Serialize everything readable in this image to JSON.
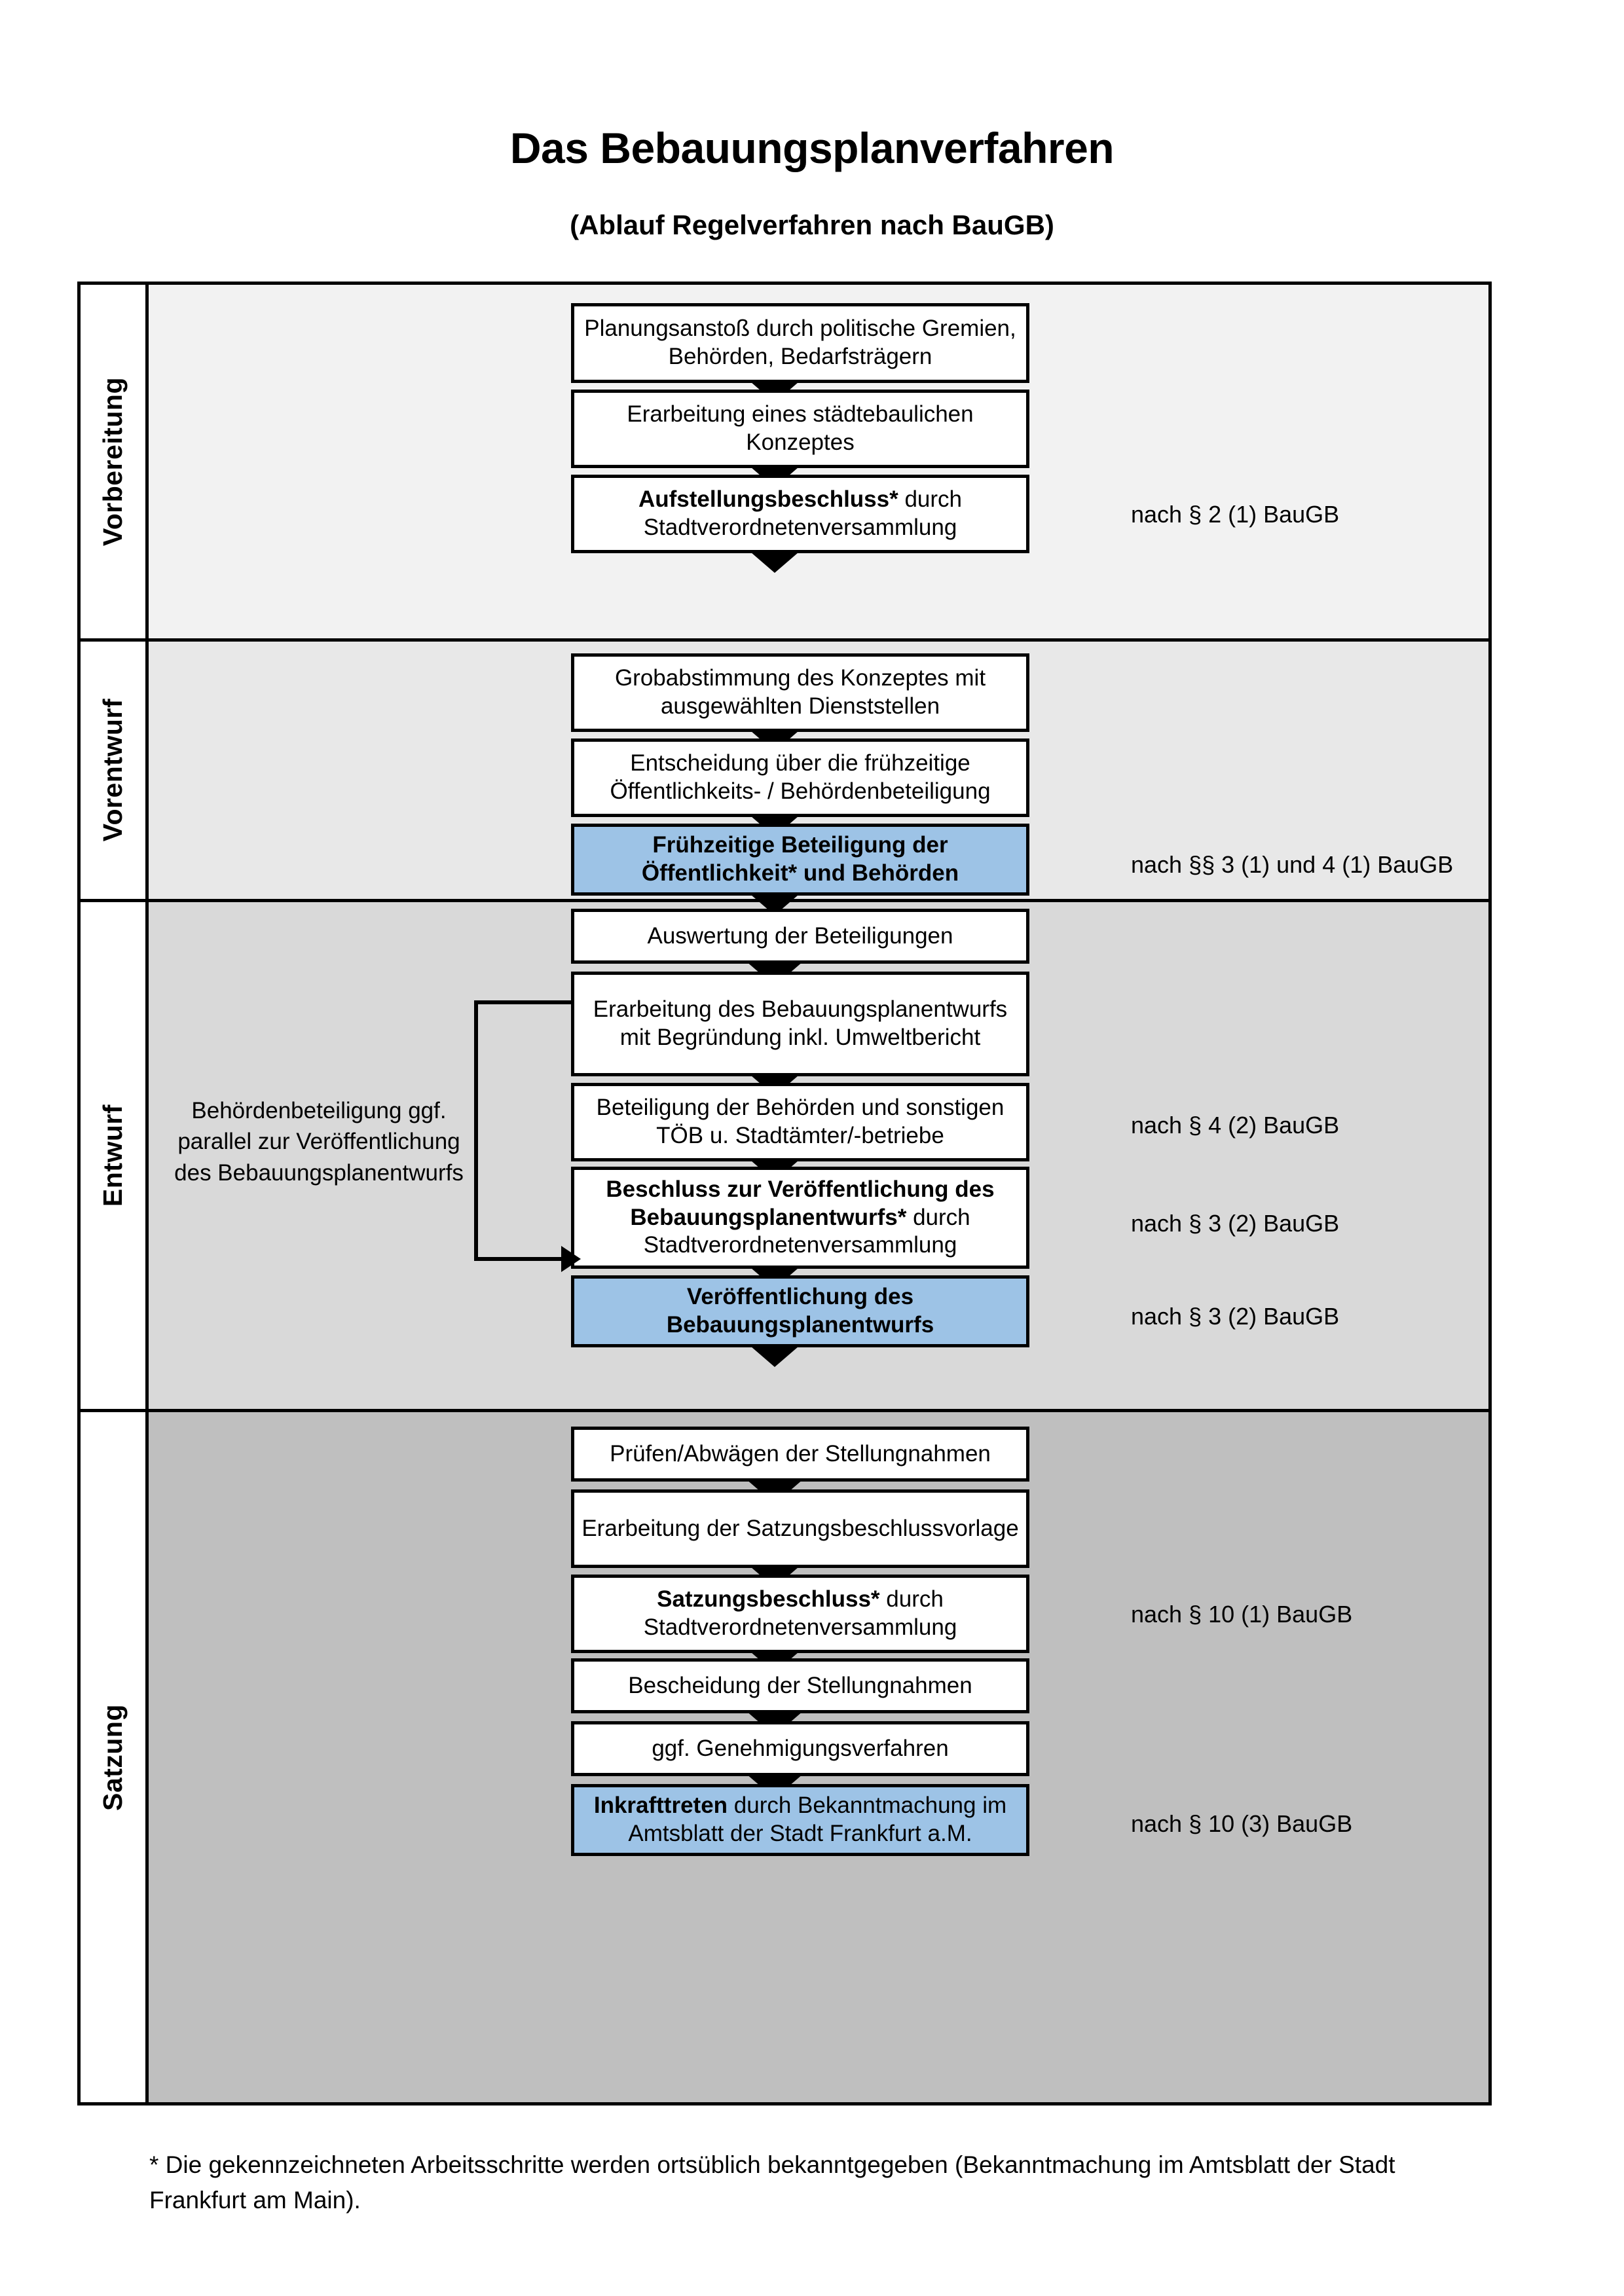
{
  "document": {
    "title": "Das Bebauungsplanverfahren",
    "subtitle": "(Ablauf Regelverfahren nach BauGB)",
    "footnote": "* Die gekennzeichneten Arbeitsschritte werden ortsüblich bekanntgegeben (Bekanntmachung im Amtsblatt  der Stadt Frankfurt am Main)."
  },
  "colors": {
    "highlight_blue": "#9DC3E6",
    "phase_vorbereitung_bg": "#F2F2F2",
    "phase_vorentwurf_bg": "#E8E8E8",
    "phase_entwurf_bg": "#D9D9D9",
    "phase_satzung_bg": "#BFBFBF",
    "border": "#000000"
  },
  "phases": [
    {
      "id": "vorbereitung",
      "label": "Vorbereitung",
      "steps": [
        {
          "id": "planungsanstoss",
          "bold": "",
          "text": "Planungsanstoß durch politische Gremien, Behörden, Bedarfsträgern",
          "highlight": false
        },
        {
          "id": "staedtebauliches-konzept",
          "bold": "",
          "text": "Erarbeitung eines städtebaulichen Konzeptes",
          "highlight": false
        },
        {
          "id": "aufstellungsbeschluss",
          "bold": "Aufstellungsbeschluss*",
          "text": " durch Stadtverordnetenversammlung",
          "highlight": false
        }
      ],
      "notes": [
        {
          "id": "note-par-2-1",
          "text": "nach § 2 (1) BauGB"
        }
      ]
    },
    {
      "id": "vorentwurf",
      "label": "Vorentwurf",
      "steps": [
        {
          "id": "grobabstimmung",
          "bold": "",
          "text": "Grobabstimmung des Konzeptes mit ausgewählten Dienststellen",
          "highlight": false
        },
        {
          "id": "entscheidung-fruehzeitige-beteiligung",
          "bold": "",
          "text": "Entscheidung über die frühzeitige Öffentlichkeits- / Behördenbeteiligung",
          "highlight": false
        },
        {
          "id": "fruehzeitige-beteiligung",
          "bold": "Frühzeitige Beteiligung der Öffentlichkeit* und Behörden",
          "text": "",
          "highlight": true
        }
      ],
      "notes": [
        {
          "id": "note-par-3-1-4-1",
          "text": "nach §§ 3 (1) und 4 (1) BauGB"
        }
      ]
    },
    {
      "id": "entwurf",
      "label": "Entwurf",
      "side_note": "Behördenbeteiligung ggf. parallel zur Veröffentlichung des Bebauungsplanentwurfs",
      "steps": [
        {
          "id": "auswertung-beteiligungen",
          "bold": "",
          "text": "Auswertung der Beteiligungen",
          "highlight": false
        },
        {
          "id": "erarbeitung-bebauungsplanentwurf",
          "bold": "",
          "text": "Erarbeitung des Bebauungsplanentwurfs mit Begründung inkl. Umweltbericht",
          "highlight": false
        },
        {
          "id": "beteiligung-behoerden-toeb",
          "bold": "",
          "text": "Beteiligung der Behörden und sonstigen TÖB u. Stadtämter/-betriebe",
          "highlight": false
        },
        {
          "id": "beschluss-veroeffentlichung",
          "bold": "Beschluss zur Veröffentlichung des Bebauungsplanentwurfs*",
          "text": " durch Stadtverordnetenversammlung",
          "highlight": false
        },
        {
          "id": "veroeffentlichung-entwurf",
          "bold": "Veröffentlichung des Bebauungsplanentwurfs",
          "text": "",
          "highlight": true
        }
      ],
      "notes": [
        {
          "id": "note-par-4-2",
          "text": "nach § 4 (2) BauGB"
        },
        {
          "id": "note-par-3-2-a",
          "text": "nach § 3 (2) BauGB"
        },
        {
          "id": "note-par-3-2-b",
          "text": "nach § 3 (2) BauGB"
        }
      ]
    },
    {
      "id": "satzung",
      "label": "Satzung",
      "steps": [
        {
          "id": "pruefen-abwaegen",
          "bold": "",
          "text": "Prüfen/Abwägen der Stellungnahmen",
          "highlight": false
        },
        {
          "id": "erarbeitung-satzungsbeschlussvorlage",
          "bold": "",
          "text": "Erarbeitung der Satzungsbeschlussvorlage",
          "highlight": false
        },
        {
          "id": "satzungsbeschluss",
          "bold": "Satzungsbeschluss*",
          "text": " durch Stadtverordnetenversammlung",
          "highlight": false
        },
        {
          "id": "bescheidung-stellungnahmen",
          "bold": "",
          "text": "Bescheidung der Stellungnahmen",
          "highlight": false
        },
        {
          "id": "genehmigungsverfahren",
          "bold": "",
          "text": "ggf. Genehmigungsverfahren",
          "highlight": false
        },
        {
          "id": "inkrafttreten",
          "bold": "Inkrafttreten",
          "text": " durch Bekanntmachung im Amtsblatt der Stadt Frankfurt a.M.",
          "highlight": true
        }
      ],
      "notes": [
        {
          "id": "note-par-10-1",
          "text": "nach § 10 (1) BauGB"
        },
        {
          "id": "note-par-10-3",
          "text": "nach § 10 (3) BauGB"
        }
      ]
    }
  ]
}
